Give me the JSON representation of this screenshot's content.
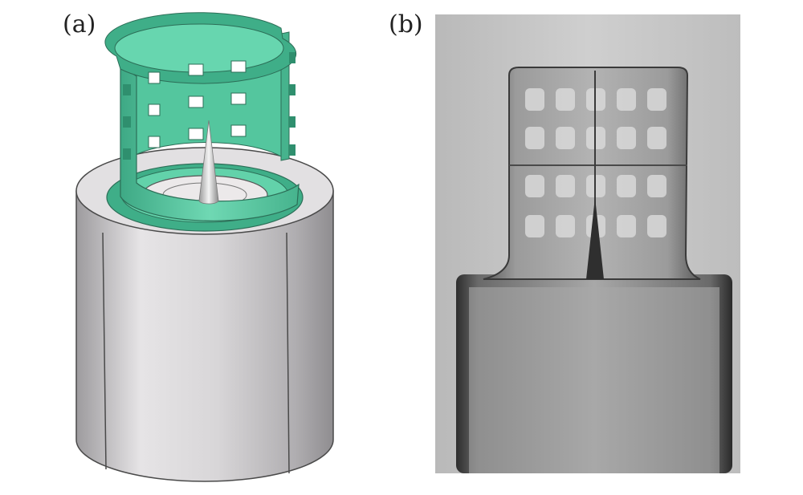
{
  "figure": {
    "panel_a": {
      "label": "(a)",
      "kind": "3d-render"
    },
    "panel_b": {
      "label": "(b)",
      "kind": "micrograph"
    },
    "colors": {
      "cage_green": "#5fd0a8",
      "cage_green_dark": "#36a883",
      "base_gray": "#d2d0d2",
      "micrograph_bg": "#c9c9c9"
    }
  }
}
